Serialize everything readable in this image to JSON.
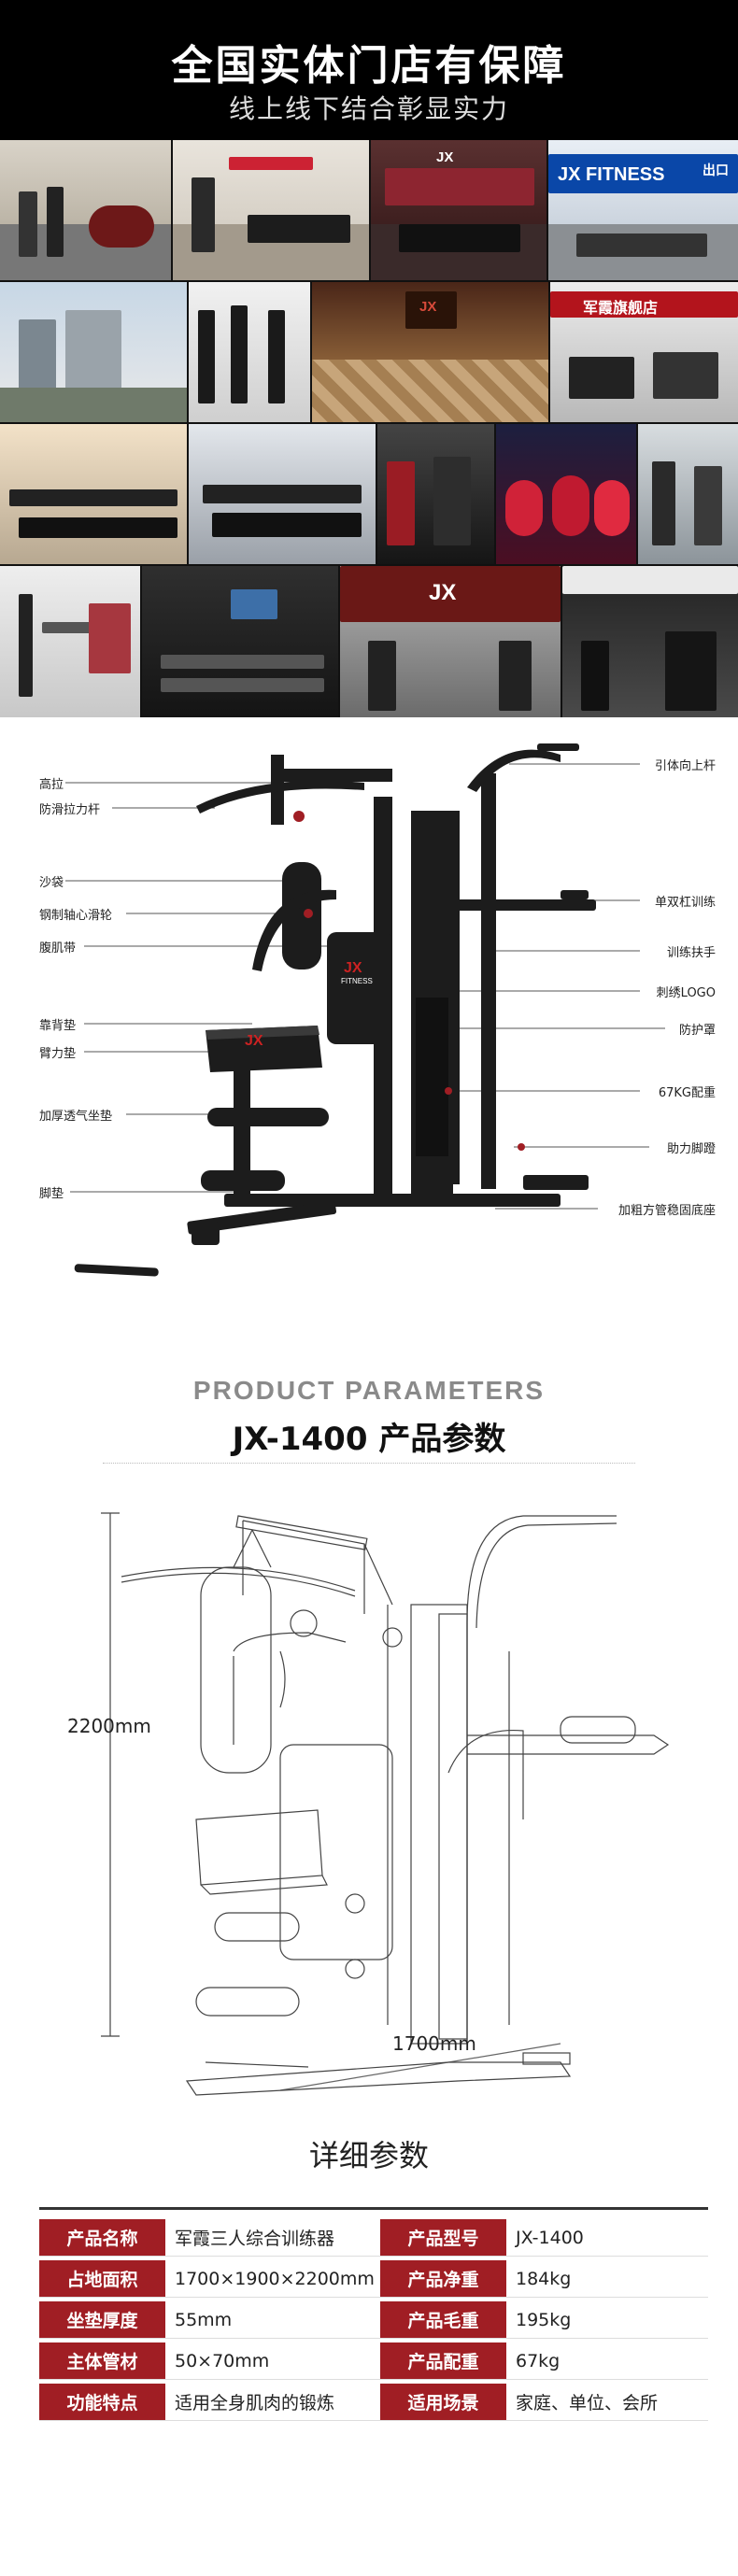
{
  "banner": {
    "headline": "全国实体门店有保障",
    "subline": "线上线下结合彰显实力"
  },
  "store_photos": {
    "logo_mark": "JX",
    "fitness_sign": "JX FITNESS",
    "store_sign": "军霞旗舰店",
    "exit_sign": "出口"
  },
  "machine_callouts": {
    "left": [
      "高拉",
      "防滑拉力杆",
      "沙袋",
      "钢制轴心滑轮",
      "腹肌带",
      "靠背垫",
      "臂力垫",
      "加厚透气坐垫",
      "脚垫"
    ],
    "right": [
      "引体向上杆",
      "单双杠训练",
      "训练扶手",
      "刺绣LOGO",
      "防护罩",
      "67KG配重",
      "助力脚蹬",
      "加粗方管稳固底座"
    ]
  },
  "machine_logo": {
    "mark": "JX",
    "sub": "FITNESS"
  },
  "params_header": {
    "english": "PRODUCT PARAMETERS",
    "chinese": "JX-1400 产品参数"
  },
  "dimensions": {
    "height": "2200mm",
    "width": "1700mm"
  },
  "spec": {
    "title": "详细参数",
    "rows": [
      {
        "k1": "产品名称",
        "v1": "军霞三人综合训练器",
        "k2": "产品型号",
        "v2": "JX-1400"
      },
      {
        "k1": "占地面积",
        "v1": "1700×1900×2200mm",
        "k2": "产品净重",
        "v2": "184kg"
      },
      {
        "k1": "坐垫厚度",
        "v1": "55mm",
        "k2": "产品毛重",
        "v2": "195kg"
      },
      {
        "k1": "主体管材",
        "v1": "50×70mm",
        "k2": "产品配重",
        "v2": "67kg"
      },
      {
        "k1": "功能特点",
        "v1": "适用全身肌肉的锻炼",
        "k2": "适用场景",
        "v2": "家庭、单位、会所"
      }
    ]
  },
  "colors": {
    "accent_red": "#a01e24",
    "machine_black": "#1c1c1c"
  }
}
